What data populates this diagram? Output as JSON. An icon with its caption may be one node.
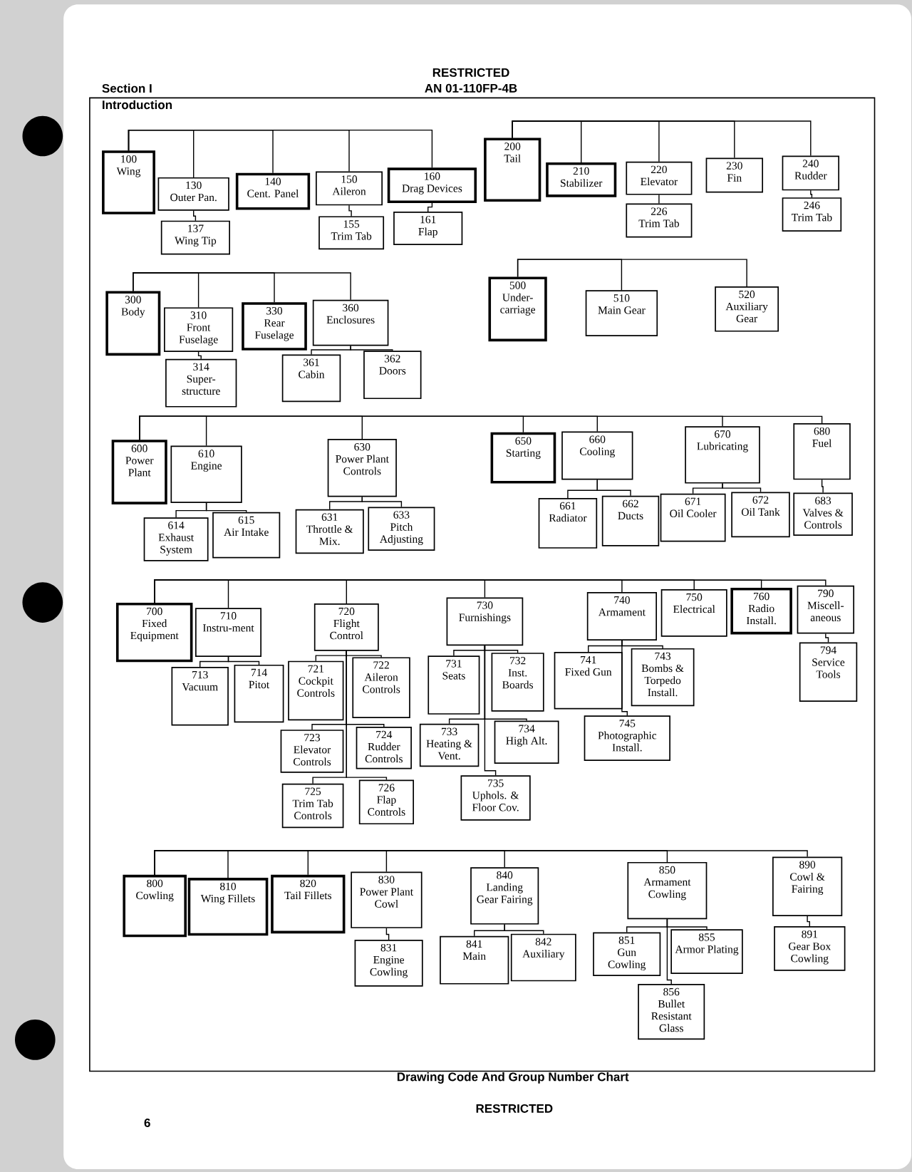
{
  "diagram": {
    "caption": "Drawing Code And Group Number Chart",
    "nodes": [
      {
        "text": [
          "100",
          "Wing"
        ]
      },
      {
        "text": [
          "130",
          "Outer Pan."
        ]
      },
      {
        "text": [
          "137",
          "Wing Tip"
        ]
      },
      {
        "text": [
          "140",
          "Cent. Panel"
        ]
      },
      {
        "text": [
          "150",
          "Aileron"
        ]
      },
      {
        "text": [
          "155",
          "Trim Tab"
        ]
      },
      {
        "text": [
          "160",
          "Drag Devices"
        ]
      },
      {
        "text": [
          "161",
          "Flap"
        ]
      },
      {
        "text": [
          "200",
          "Tail"
        ]
      },
      {
        "text": [
          "210",
          "Stabilizer"
        ]
      },
      {
        "text": [
          "220",
          "Elevator"
        ]
      },
      {
        "text": [
          "226",
          "Trim Tab"
        ]
      },
      {
        "text": [
          "230",
          "Fin"
        ]
      },
      {
        "text": [
          "240",
          "Rudder"
        ]
      },
      {
        "text": [
          "246",
          "Trim Tab"
        ]
      },
      {
        "text": [
          "300",
          "Body"
        ]
      },
      {
        "text": [
          "310",
          "Front Fuselage"
        ]
      },
      {
        "text": [
          "314",
          "Super-structure"
        ]
      },
      {
        "text": [
          "330",
          "Rear Fuselage"
        ]
      },
      {
        "text": [
          "360",
          "Enclosures"
        ]
      },
      {
        "text": [
          "361",
          "Cabin"
        ]
      },
      {
        "text": [
          "362",
          "Doors"
        ]
      },
      {
        "text": [
          "500",
          "Under-carriage"
        ]
      },
      {
        "text": [
          "510",
          "Main Gear"
        ]
      },
      {
        "text": [
          "520",
          "Auxiliary Gear"
        ]
      },
      {
        "text": [
          "600",
          "Power Plant"
        ]
      },
      {
        "text": [
          "610",
          "Engine"
        ]
      },
      {
        "text": [
          "614",
          "Exhaust System"
        ]
      },
      {
        "text": [
          "615",
          "Air Intake"
        ]
      },
      {
        "text": [
          "630",
          "Power Plant Controls"
        ]
      },
      {
        "text": [
          "631",
          "Throttle & Mix."
        ]
      },
      {
        "text": [
          "633",
          "Pitch Adjusting"
        ]
      },
      {
        "text": [
          "650",
          "Starting"
        ]
      },
      {
        "text": [
          "660",
          "Cooling"
        ]
      },
      {
        "text": [
          "661",
          "Radiator"
        ]
      },
      {
        "text": [
          "662",
          "Ducts"
        ]
      },
      {
        "text": [
          "670",
          "Lubricating"
        ]
      },
      {
        "text": [
          "671",
          "Oil Cooler"
        ]
      },
      {
        "text": [
          "672",
          "Oil Tank"
        ]
      },
      {
        "text": [
          "680",
          "Fuel"
        ]
      },
      {
        "text": [
          "683",
          "Valves & Controls"
        ]
      },
      {
        "text": [
          "700",
          "Fixed Equipment"
        ]
      },
      {
        "text": [
          "710",
          "Instru-ment"
        ]
      },
      {
        "text": [
          "713",
          "Vacuum"
        ]
      },
      {
        "text": [
          "714",
          "Pitot"
        ]
      },
      {
        "text": [
          "720",
          "Flight Control"
        ]
      },
      {
        "text": [
          "721",
          "Cockpit Controls"
        ]
      },
      {
        "text": [
          "722",
          "Aileron Controls"
        ]
      },
      {
        "text": [
          "723",
          "Elevator Controls"
        ]
      },
      {
        "text": [
          "724",
          "Rudder Controls"
        ]
      },
      {
        "text": [
          "725",
          "Trim Tab Controls"
        ]
      },
      {
        "text": [
          "726",
          "Flap Controls"
        ]
      },
      {
        "text": [
          "730",
          "Furnishings"
        ]
      },
      {
        "text": [
          "731",
          "Seats"
        ]
      },
      {
        "text": [
          "732",
          "Inst. Boards"
        ]
      },
      {
        "text": [
          "733",
          "Heating & Vent."
        ]
      },
      {
        "text": [
          "734",
          "High Alt."
        ]
      },
      {
        "text": [
          "735",
          "Uphols. & Floor Cov."
        ]
      },
      {
        "text": [
          "740",
          "Armament"
        ]
      },
      {
        "text": [
          "741",
          "Fixed Gun"
        ]
      },
      {
        "text": [
          "743",
          "Bombs & Torpedo Install."
        ]
      },
      {
        "text": [
          "745",
          "Photographic Install."
        ]
      },
      {
        "text": [
          "750",
          "Electrical"
        ]
      },
      {
        "text": [
          "760",
          "Radio Install."
        ]
      },
      {
        "text": [
          "790",
          "Miscell-aneous"
        ]
      },
      {
        "text": [
          "794",
          "Service Tools"
        ]
      },
      {
        "text": [
          "800",
          "Cowling"
        ]
      },
      {
        "text": [
          "810",
          "Wing Fillets"
        ]
      },
      {
        "text": [
          "820",
          "Tail Fillets"
        ]
      },
      {
        "text": [
          "830",
          "Power Plant Cowl"
        ]
      },
      {
        "text": [
          "831",
          "Engine Cowling"
        ]
      },
      {
        "text": [
          "840",
          "Landing Gear Fairing"
        ]
      },
      {
        "text": [
          "841",
          "Main"
        ]
      },
      {
        "text": [
          "842",
          "Auxiliary"
        ]
      },
      {
        "text": [
          "850",
          "Armament Cowling"
        ]
      },
      {
        "text": [
          "851",
          "Gun Cowling"
        ]
      },
      {
        "text": [
          "855",
          "Armor Plating"
        ]
      },
      {
        "text": [
          "856",
          "Bullet Resistant Glass"
        ]
      },
      {
        "text": [
          "890",
          "Cowl & Fairing"
        ]
      },
      {
        "text": [
          "891",
          "Gear Box Cowling"
        ]
      }
    ],
    "edges": [
      {
        "from": 0,
        "to": 1,
        "arrow": "none"
      },
      {
        "from": 1,
        "to": 2,
        "arrow": "none"
      },
      {
        "from": 0,
        "to": 3,
        "arrow": "none"
      },
      {
        "from": 0,
        "to": 4,
        "arrow": "none"
      },
      {
        "from": 4,
        "to": 5,
        "arrow": "none"
      },
      {
        "from": 0,
        "to": 6,
        "arrow": "none"
      },
      {
        "from": 6,
        "to": 7,
        "arrow": "none"
      },
      {
        "from": 8,
        "to": 9,
        "arrow": "none"
      },
      {
        "from": 8,
        "to": 10,
        "arrow": "none"
      },
      {
        "from": 10,
        "to": 11,
        "arrow": "none"
      },
      {
        "from": 8,
        "to": 12,
        "arrow": "none"
      },
      {
        "from": 8,
        "to": 13,
        "arrow": "none"
      },
      {
        "from": 13,
        "to": 14,
        "arrow": "none"
      },
      {
        "from": 15,
        "to": 16,
        "arrow": "none"
      },
      {
        "from": 16,
        "to": 17,
        "arrow": "none"
      },
      {
        "from": 15,
        "to": 18,
        "arrow": "none"
      },
      {
        "from": 15,
        "to": 19,
        "arrow": "none"
      },
      {
        "from": 19,
        "to": 20,
        "arrow": "none"
      },
      {
        "from": 19,
        "to": 21,
        "arrow": "none"
      },
      {
        "from": 22,
        "to": 23,
        "arrow": "none"
      },
      {
        "from": 22,
        "to": 24,
        "arrow": "none"
      },
      {
        "from": 25,
        "to": 26,
        "arrow": "none"
      },
      {
        "from": 26,
        "to": 27,
        "arrow": "none"
      },
      {
        "from": 26,
        "to": 28,
        "arrow": "none"
      },
      {
        "from": 25,
        "to": 29,
        "arrow": "none"
      },
      {
        "from": 29,
        "to": 30,
        "arrow": "none"
      },
      {
        "from": 29,
        "to": 31,
        "arrow": "none"
      },
      {
        "from": 25,
        "to": 32,
        "arrow": "none"
      },
      {
        "from": 25,
        "to": 33,
        "arrow": "none"
      },
      {
        "from": 33,
        "to": 34,
        "arrow": "none"
      },
      {
        "from": 33,
        "to": 35,
        "arrow": "none"
      },
      {
        "from": 25,
        "to": 36,
        "arrow": "none"
      },
      {
        "from": 36,
        "to": 37,
        "arrow": "none"
      },
      {
        "from": 36,
        "to": 38,
        "arrow": "none"
      },
      {
        "from": 25,
        "to": 39,
        "arrow": "none"
      },
      {
        "from": 39,
        "to": 40,
        "arrow": "none"
      },
      {
        "from": 41,
        "to": 42,
        "arrow": "none"
      },
      {
        "from": 42,
        "to": 43,
        "arrow": "none"
      },
      {
        "from": 42,
        "to": 44,
        "arrow": "none"
      },
      {
        "from": 41,
        "to": 45,
        "arrow": "none"
      },
      {
        "from": 45,
        "to": 46,
        "arrow": "none"
      },
      {
        "from": 45,
        "to": 47,
        "arrow": "none"
      },
      {
        "from": 45,
        "to": 48,
        "arrow": "none"
      },
      {
        "from": 45,
        "to": 49,
        "arrow": "none"
      },
      {
        "from": 45,
        "to": 50,
        "arrow": "none"
      },
      {
        "from": 45,
        "to": 51,
        "arrow": "none"
      },
      {
        "from": 41,
        "to": 52,
        "arrow": "none"
      },
      {
        "from": 52,
        "to": 53,
        "arrow": "none"
      },
      {
        "from": 52,
        "to": 54,
        "arrow": "none"
      },
      {
        "from": 52,
        "to": 55,
        "arrow": "none"
      },
      {
        "from": 52,
        "to": 56,
        "arrow": "none"
      },
      {
        "from": 52,
        "to": 57,
        "arrow": "none"
      },
      {
        "from": 41,
        "to": 58,
        "arrow": "none"
      },
      {
        "from": 58,
        "to": 59,
        "arrow": "none"
      },
      {
        "from": 58,
        "to": 60,
        "arrow": "none"
      },
      {
        "from": 58,
        "to": 61,
        "arrow": "none"
      },
      {
        "from": 41,
        "to": 62,
        "arrow": "none"
      },
      {
        "from": 41,
        "to": 63,
        "arrow": "none"
      },
      {
        "from": 41,
        "to": 64,
        "arrow": "none"
      },
      {
        "from": 64,
        "to": 65,
        "arrow": "none"
      },
      {
        "from": 66,
        "to": 67,
        "arrow": "none"
      },
      {
        "from": 66,
        "to": 68,
        "arrow": "none"
      },
      {
        "from": 66,
        "to": 69,
        "arrow": "none"
      },
      {
        "from": 69,
        "to": 70,
        "arrow": "none"
      },
      {
        "from": 66,
        "to": 71,
        "arrow": "none"
      },
      {
        "from": 71,
        "to": 72,
        "arrow": "none"
      },
      {
        "from": 71,
        "to": 73,
        "arrow": "none"
      },
      {
        "from": 66,
        "to": 74,
        "arrow": "none"
      },
      {
        "from": 74,
        "to": 75,
        "arrow": "none"
      },
      {
        "from": 74,
        "to": 76,
        "arrow": "none"
      },
      {
        "from": 74,
        "to": 77,
        "arrow": "none"
      },
      {
        "from": 66,
        "to": 78,
        "arrow": "none"
      },
      {
        "from": 78,
        "to": 79,
        "arrow": "none"
      }
    ],
    "labels": [
      "RESTRICTED",
      "Section I",
      "AN 01-110FP-4B",
      "Introduction",
      "RESTRICTED",
      "6"
    ]
  }
}
